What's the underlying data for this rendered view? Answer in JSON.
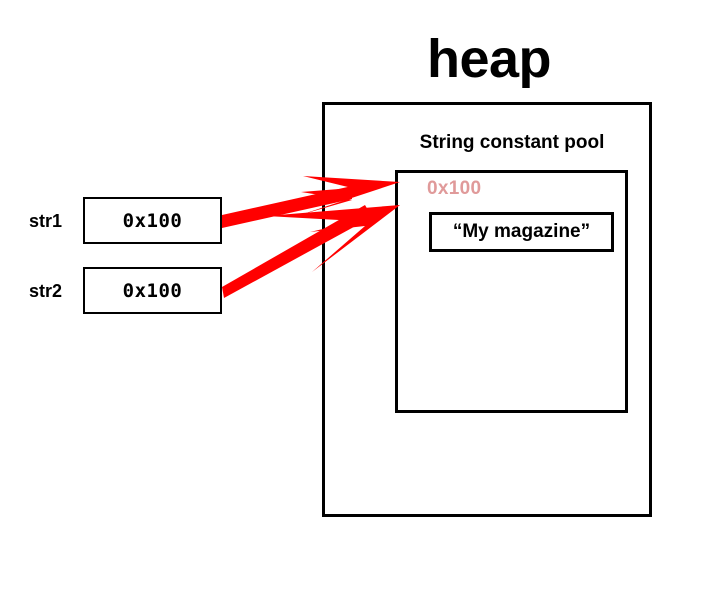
{
  "diagram": {
    "title": "heap",
    "heap": {
      "pool_label": "String constant pool",
      "pool_address": "0x100",
      "pool_value": "“My magazine”"
    },
    "variables": [
      {
        "name": "str1",
        "value": "0x100"
      },
      {
        "name": "str2",
        "value": "0x100"
      }
    ],
    "arrows": [
      {
        "from": "str1",
        "to": "pool-address",
        "color": "#ff0000"
      },
      {
        "from": "str2",
        "to": "pool-address",
        "color": "#ff0000"
      }
    ],
    "colors": {
      "arrow": "#ff0000",
      "address_text": "#e09a9a",
      "outline": "#000000",
      "background": "#ffffff"
    }
  }
}
